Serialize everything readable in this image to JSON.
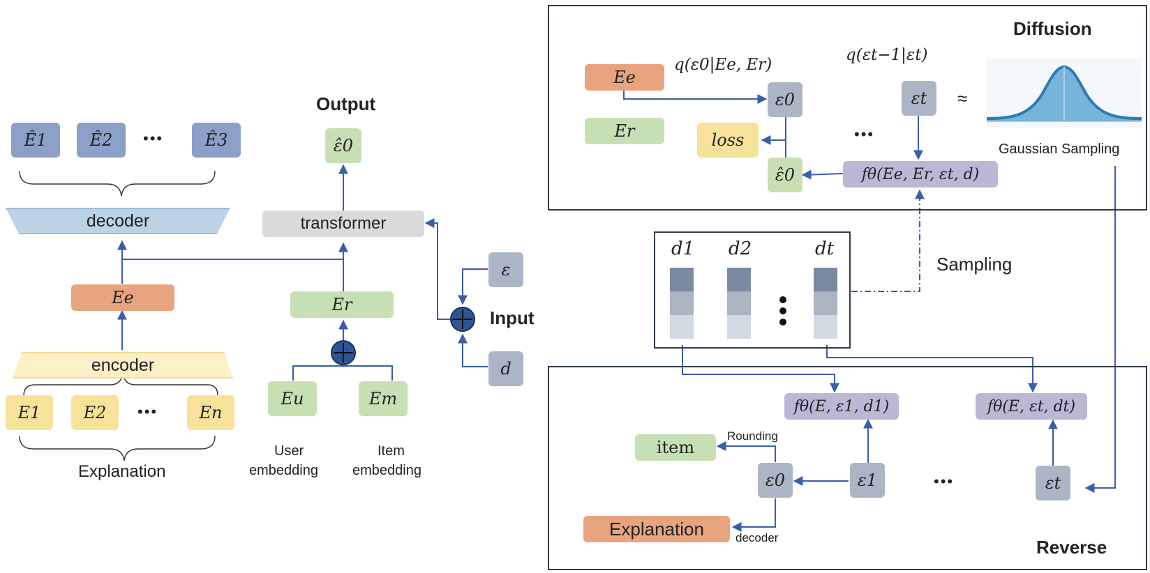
{
  "left": {
    "output_title": "Output",
    "input_title": "Input",
    "output_node": "ε̂0",
    "decoder_label": "decoder",
    "encoder_label": "encoder",
    "transformer_label": "transformer",
    "ehat": [
      "Ê1",
      "Ê2",
      "Ê3"
    ],
    "ehat_dots": "•••",
    "e_nodes": [
      "E1",
      "E2",
      "En"
    ],
    "e_dots": "•••",
    "explanation_label": "Explanation",
    "Ee": "Ee",
    "Er": "Er",
    "Eu": "Eu",
    "Em": "Em",
    "user_label_1": "User",
    "user_label_2": "embedding",
    "item_label_1": "Item",
    "item_label_2": "embedding",
    "eps": "ε",
    "d": "d"
  },
  "diffusion": {
    "title": "Diffusion",
    "q0": "q(ε0|Ee, Er)",
    "qt": "q(εt−1|εt)",
    "Ee": "Ee",
    "Er": "Er",
    "eps0": "ε0",
    "epst": "εt",
    "approx": "≈",
    "loss": "loss",
    "eps0hat": "ε̂0",
    "f": "fθ(Ee, Er, εt, d)",
    "dots": "•••",
    "gaussian_label": "Gaussian Sampling"
  },
  "sampling": {
    "label": "Sampling",
    "d_labels": [
      "d1",
      "d2",
      "dt"
    ]
  },
  "reverse": {
    "title": "Reverse",
    "f1": "fθ(E, ε1, d1)",
    "ft": "fθ(E, εt, dt)",
    "item": "item",
    "rounding": "Rounding",
    "eps0": "ε0",
    "eps1": "ε1",
    "epst": "εt",
    "dots": "•••",
    "explanation": "Explanation",
    "decoder": "decoder"
  },
  "colors": {
    "arrow": "#3a5ea8",
    "frame": "#2e3a4b"
  }
}
